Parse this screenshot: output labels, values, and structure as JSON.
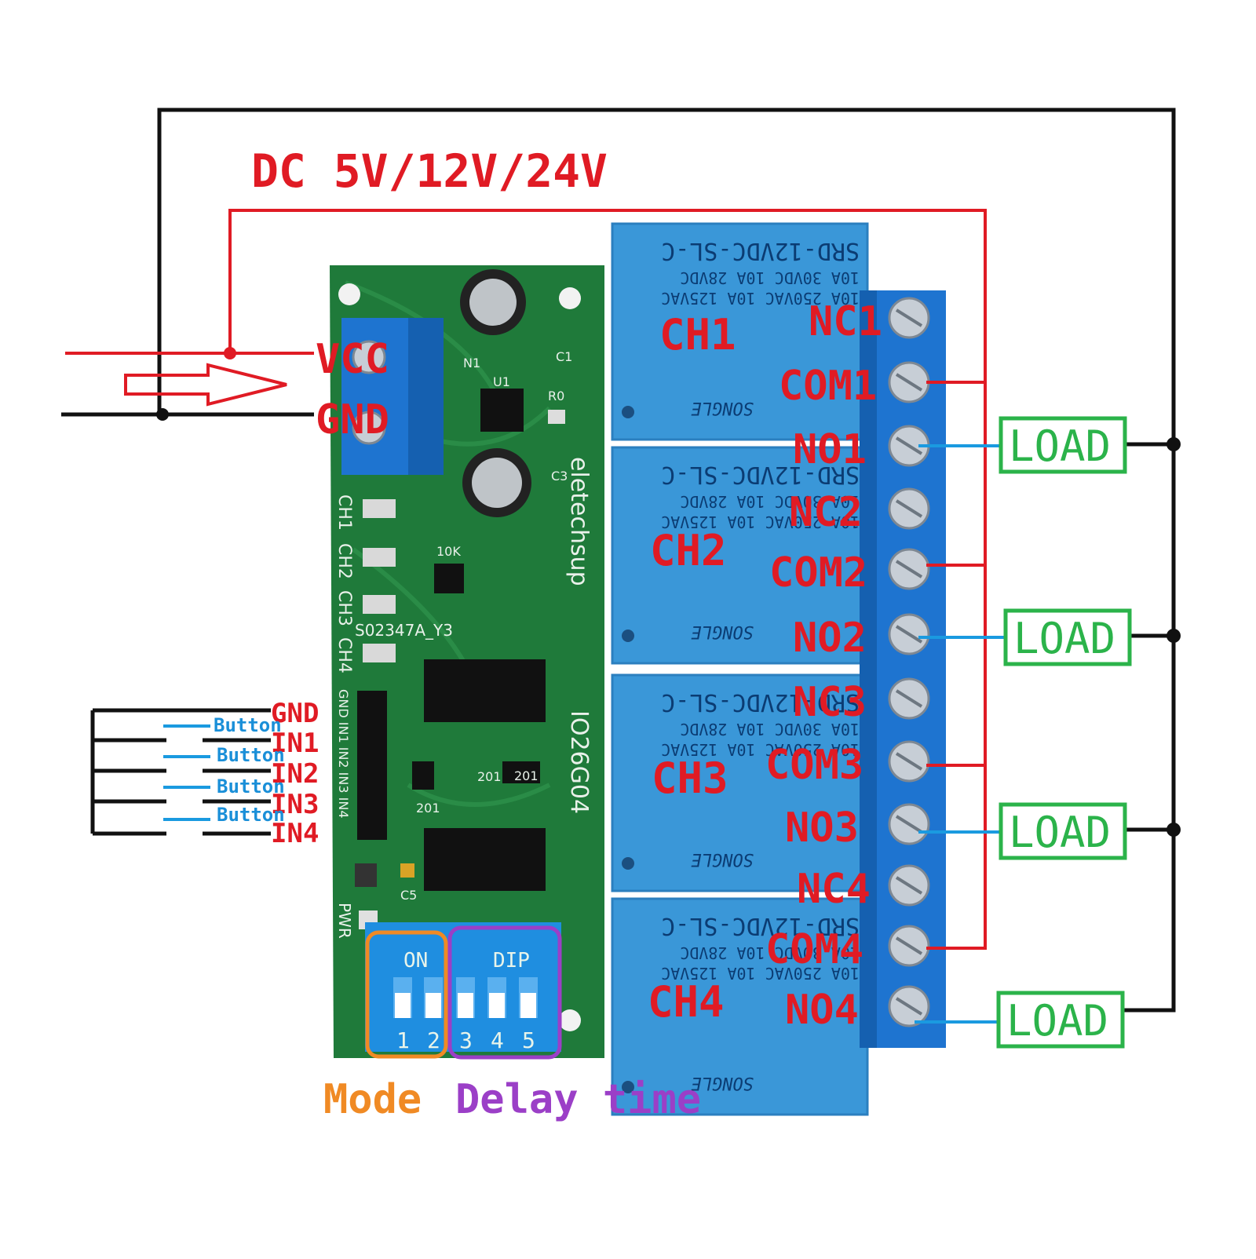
{
  "supply_label": "DC 5V/12V/24V",
  "power_inputs": [
    "VCC",
    "GND"
  ],
  "input_labels": [
    "GND",
    "IN1",
    "IN2",
    "IN3",
    "IN4"
  ],
  "button_label": "Button",
  "board": {
    "brand": "eletechsup",
    "model": "IO26G04",
    "pcb_code": "S02347A_Y3",
    "led_labels": [
      "CH1",
      "CH2",
      "CH3",
      "CH4"
    ],
    "pwr_label": "PWR",
    "part_labels": [
      "N1",
      "U1",
      "C1",
      "C3",
      "R0",
      "10K",
      "201",
      "201",
      "201",
      "C5"
    ],
    "header_silk": "GND IN1 IN2 IN3 IN4",
    "dip": {
      "on_label": "ON",
      "dip_label": "DIP",
      "mode_switch_numbers": [
        "1",
        "2"
      ],
      "delay_switch_numbers": [
        "3",
        "4",
        "5"
      ]
    }
  },
  "relays": [
    {
      "channel": "CH1",
      "model": "SRD-12VDC-SL-C",
      "rating_a": "10A  30VDC  10A  28VDC",
      "rating_b": "10A 250VAC  10A 125VAC",
      "brand": "SONGLE",
      "terminals": [
        "NC1",
        "COM1",
        "NO1"
      ]
    },
    {
      "channel": "CH2",
      "model": "SRD-12VDC-SL-C",
      "rating_a": "10A  30VDC  10A  28VDC",
      "rating_b": "10A 250VAC  10A 125VAC",
      "brand": "SONGLE",
      "terminals": [
        "NC2",
        "COM2",
        "NO2"
      ]
    },
    {
      "channel": "CH3",
      "model": "SRD-12VDC-SL-C",
      "rating_a": "10A  30VDC  10A  28VDC",
      "rating_b": "10A 250VAC  10A 125VAC",
      "brand": "SONGLE",
      "terminals": [
        "NC3",
        "COM3",
        "NO3"
      ]
    },
    {
      "channel": "CH4",
      "model": "SRD-12VDC-SL-C",
      "rating_a": "10A  30VDC  10A  28VDC",
      "rating_b": "10A 250VAC  10A 125VAC",
      "brand": "SONGLE",
      "terminals": [
        "NC4",
        "COM4",
        "NO4"
      ]
    }
  ],
  "load_label": "LOAD",
  "mode_label": "Mode",
  "delay_label": "Delay time",
  "colors": {
    "pcb": "#1f7a3a",
    "relay": "#3a97d8",
    "terminal": "#1e74d0",
    "red_wire": "#e01b24",
    "black_wire": "#111111",
    "blue_wire": "#1a9ae0",
    "load": "#2bb34a",
    "mode": "#f08a24",
    "delay": "#9b3fc7"
  }
}
